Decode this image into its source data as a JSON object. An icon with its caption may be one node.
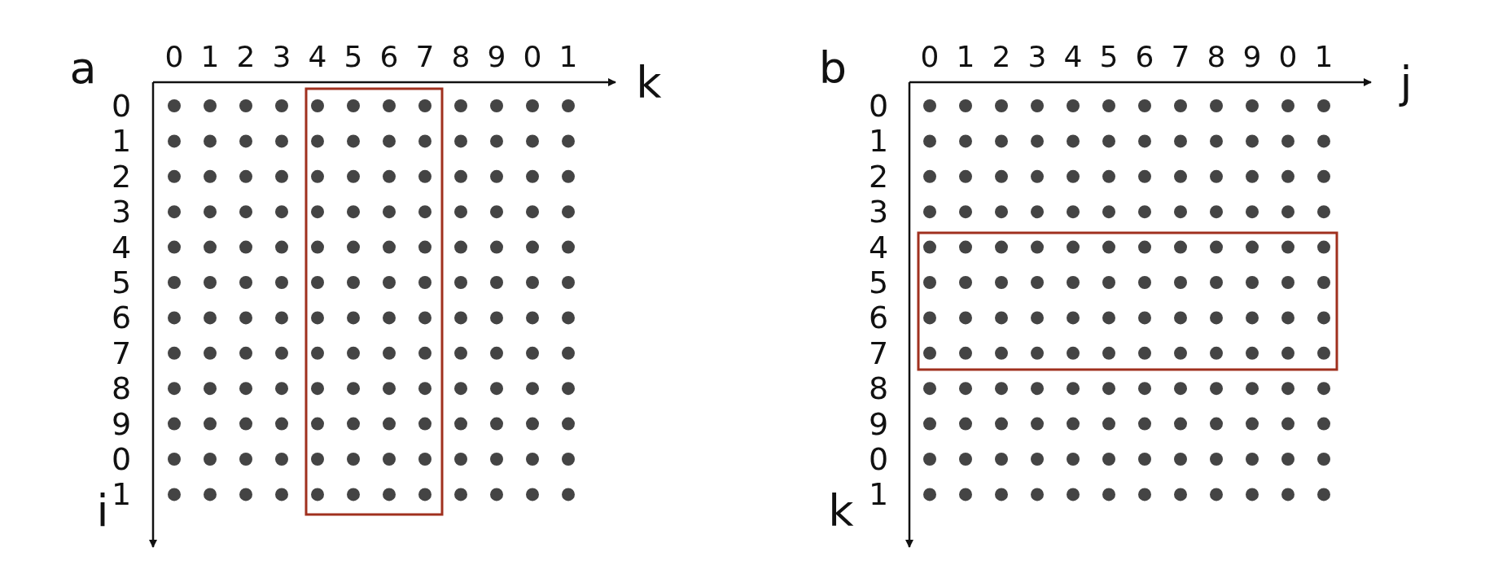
{
  "diagram": {
    "labels": [
      "a",
      "0",
      "1",
      "2",
      "3",
      "4",
      "5",
      "6",
      "7",
      "8",
      "9",
      "0",
      "1",
      "k",
      "0",
      "1",
      "2",
      "3",
      "4",
      "5",
      "6",
      "7",
      "8",
      "9",
      "0",
      "1",
      "i",
      "b",
      "0",
      "1",
      "2",
      "3",
      "4",
      "5",
      "6",
      "7",
      "8",
      "9",
      "0",
      "1",
      "j",
      "0",
      "1",
      "2",
      "3",
      "4",
      "5",
      "6",
      "7",
      "8",
      "9",
      "0",
      "1",
      "k"
    ]
  }
}
